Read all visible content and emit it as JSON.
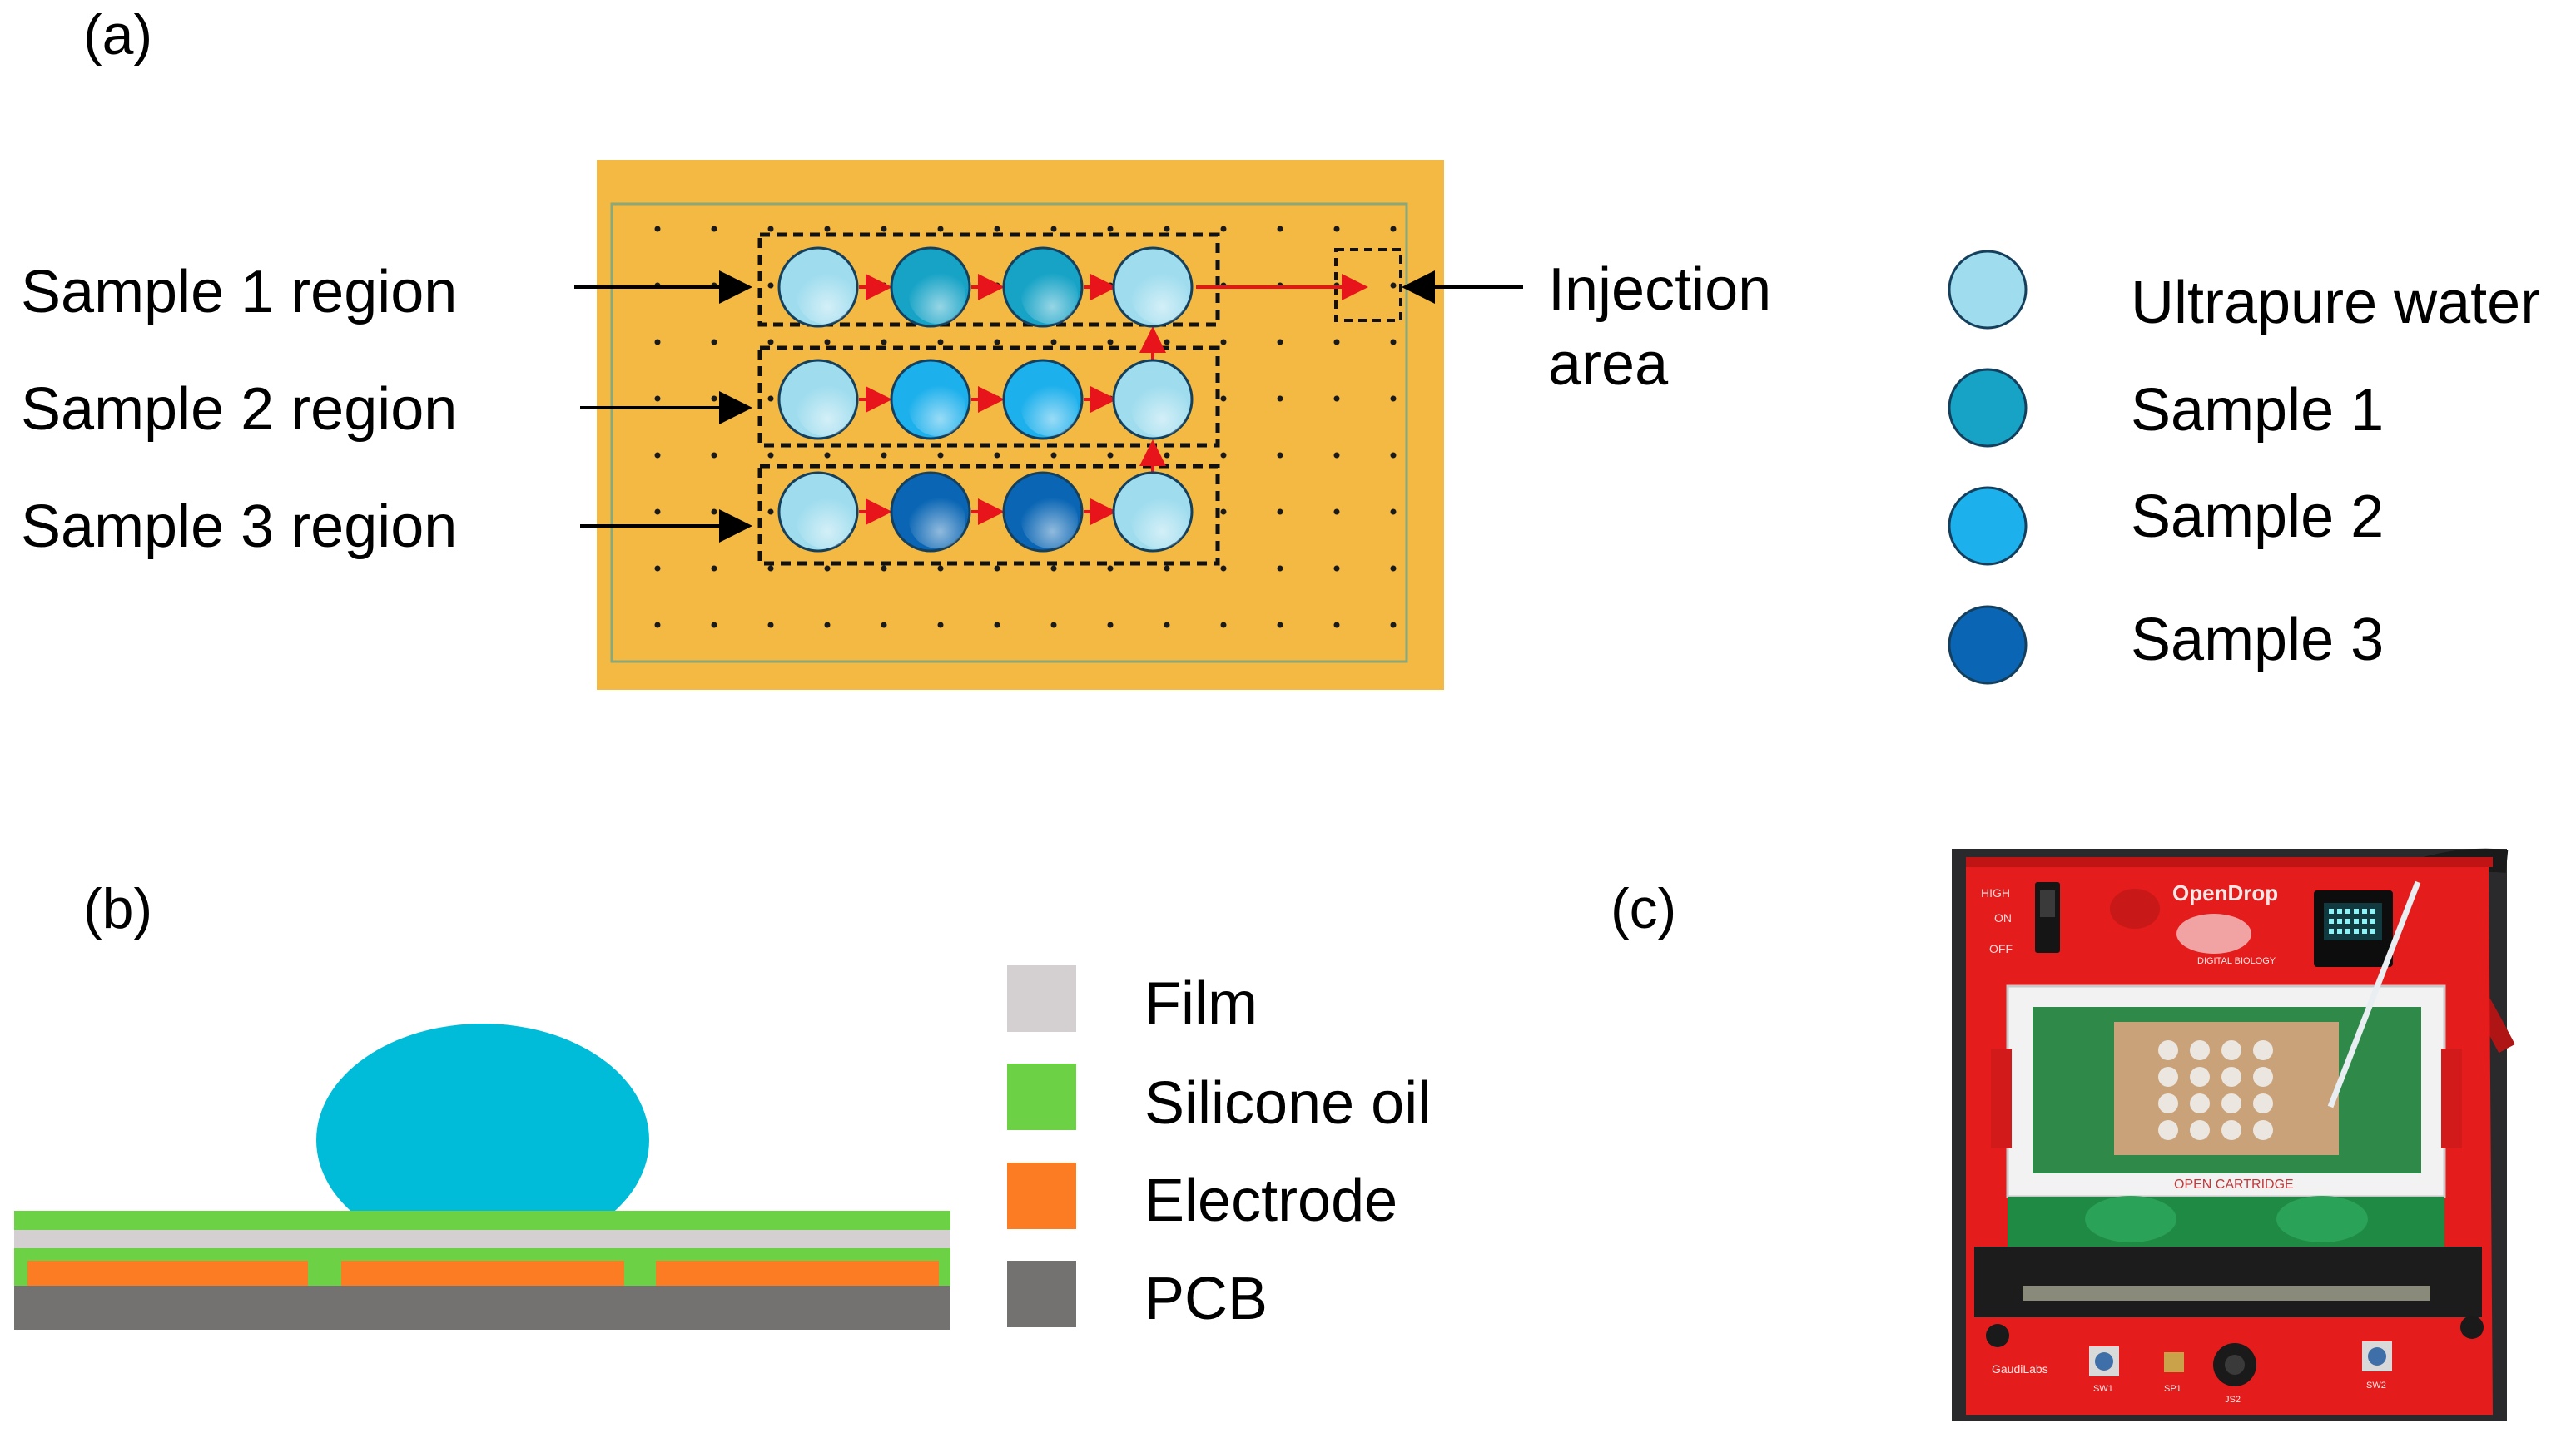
{
  "panels": {
    "a": "(a)",
    "b": "(b)",
    "c": "(c)"
  },
  "panel_a": {
    "region_labels": [
      "Sample 1 region",
      "Sample 2 region",
      "Sample 3 region"
    ],
    "injection_label": [
      "Injection",
      "area"
    ],
    "grid": [
      [
        "ultrapure_water",
        "sample_1",
        "sample_1",
        "ultrapure_water"
      ],
      [
        "ultrapure_water",
        "sample_2",
        "sample_2",
        "ultrapure_water"
      ],
      [
        "ultrapure_water",
        "sample_3",
        "sample_3",
        "ultrapure_water"
      ]
    ],
    "legend": [
      {
        "key": "ultrapure_water",
        "label": "Ultrapure water",
        "color": "#9edcee"
      },
      {
        "key": "sample_1",
        "label": "Sample 1",
        "color": "#16a3c6"
      },
      {
        "key": "sample_2",
        "label": "Sample 2",
        "color": "#1cb0ec"
      },
      {
        "key": "sample_3",
        "label": "Sample 3",
        "color": "#0a66b4"
      }
    ],
    "chip_color": "#f4b942",
    "arrow_color": "#e8141b"
  },
  "panel_b": {
    "droplet_color": "#00bcd8",
    "legend": [
      {
        "label": "Film",
        "color": "#d4d0d2"
      },
      {
        "label": "Silicone oil",
        "color": "#6cd144"
      },
      {
        "label": "Electrode",
        "color": "#fb7c22"
      },
      {
        "label": "PCB",
        "color": "#747271"
      }
    ]
  },
  "panel_c": {
    "board_title": "OpenDrop",
    "board_subtitle": "DIGITAL BIOLOGY",
    "cartridge_label": "OPEN CARTRIDGE",
    "maker_label": "GaudiLabs",
    "button_labels": [
      "SW1",
      "SP1",
      "JS2",
      "SW2"
    ],
    "switch_labels": [
      "HIGH",
      "ON",
      "OFF"
    ]
  }
}
